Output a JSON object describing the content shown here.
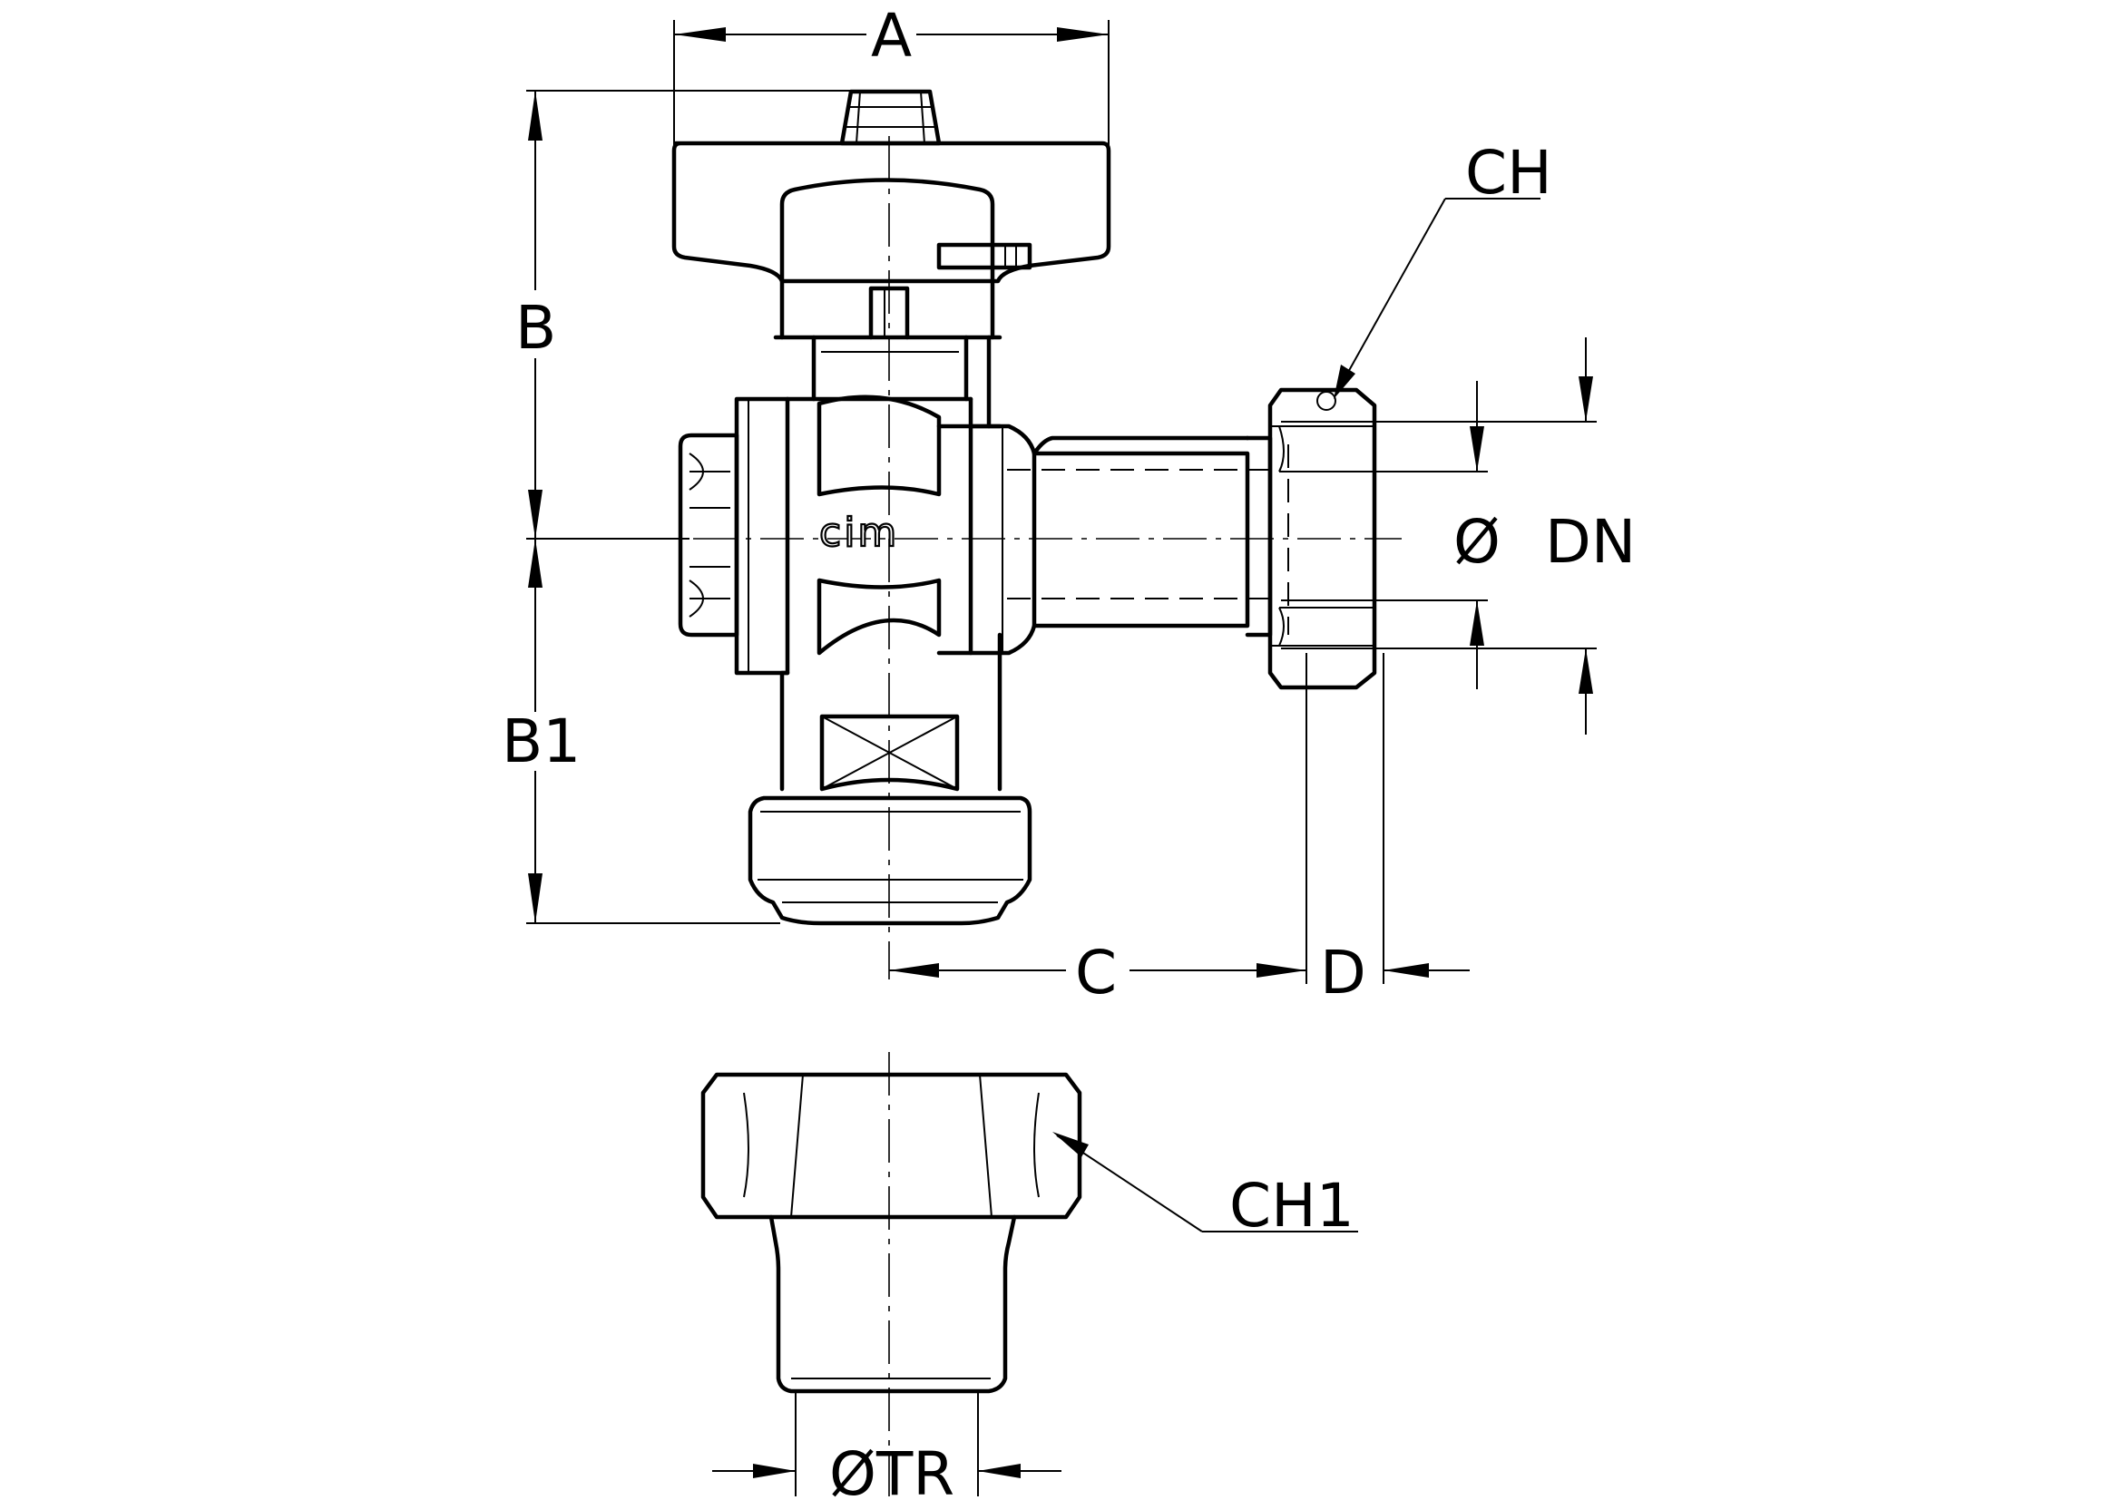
{
  "drawing": {
    "brand_logo": "cim",
    "dimensions": {
      "A": "A",
      "B": "B",
      "B1": "B1",
      "C": "C",
      "D": "D",
      "CH": "CH",
      "diameter": "Ø",
      "DN": "DN",
      "CH1": "CH1",
      "TR": "ØTR"
    }
  }
}
